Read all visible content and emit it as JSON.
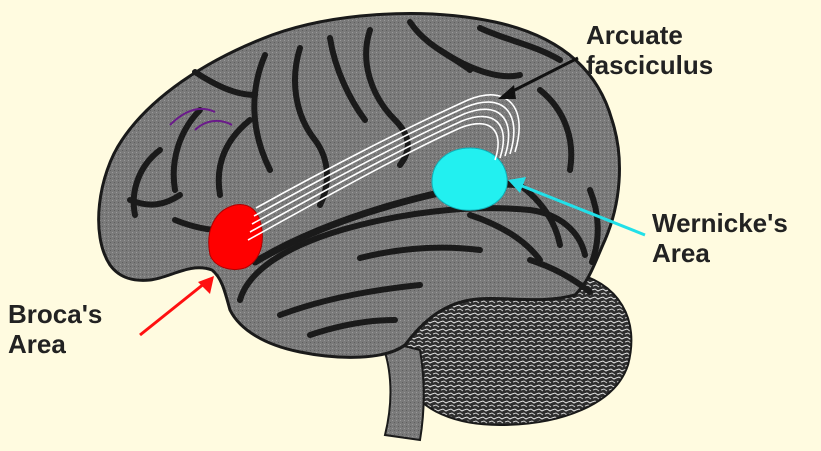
{
  "labels": {
    "arcuate": {
      "line1": "Arcuate",
      "line2": "fasciculus"
    },
    "wernicke": {
      "line1": "Wernicke's",
      "line2": "Area"
    },
    "broca": {
      "line1": "Broca's",
      "line2": "Area"
    }
  },
  "colors": {
    "background": "#fffbe0",
    "brain_fill": "#7a7a7a",
    "brain_outline": "#1a1a1a",
    "sulcus": "#1a1a1a",
    "cerebellum": "#2e2e2e",
    "broca_area": "#ff0000",
    "wernicke_area": "#22f0f0",
    "fasciculus_fibers": "#ffffff",
    "arcuate_pointer": "#111111",
    "wernicke_pointer": "#22e0e8",
    "broca_pointer": "#ff1010",
    "frontal_detail": "#6a1a8a"
  }
}
